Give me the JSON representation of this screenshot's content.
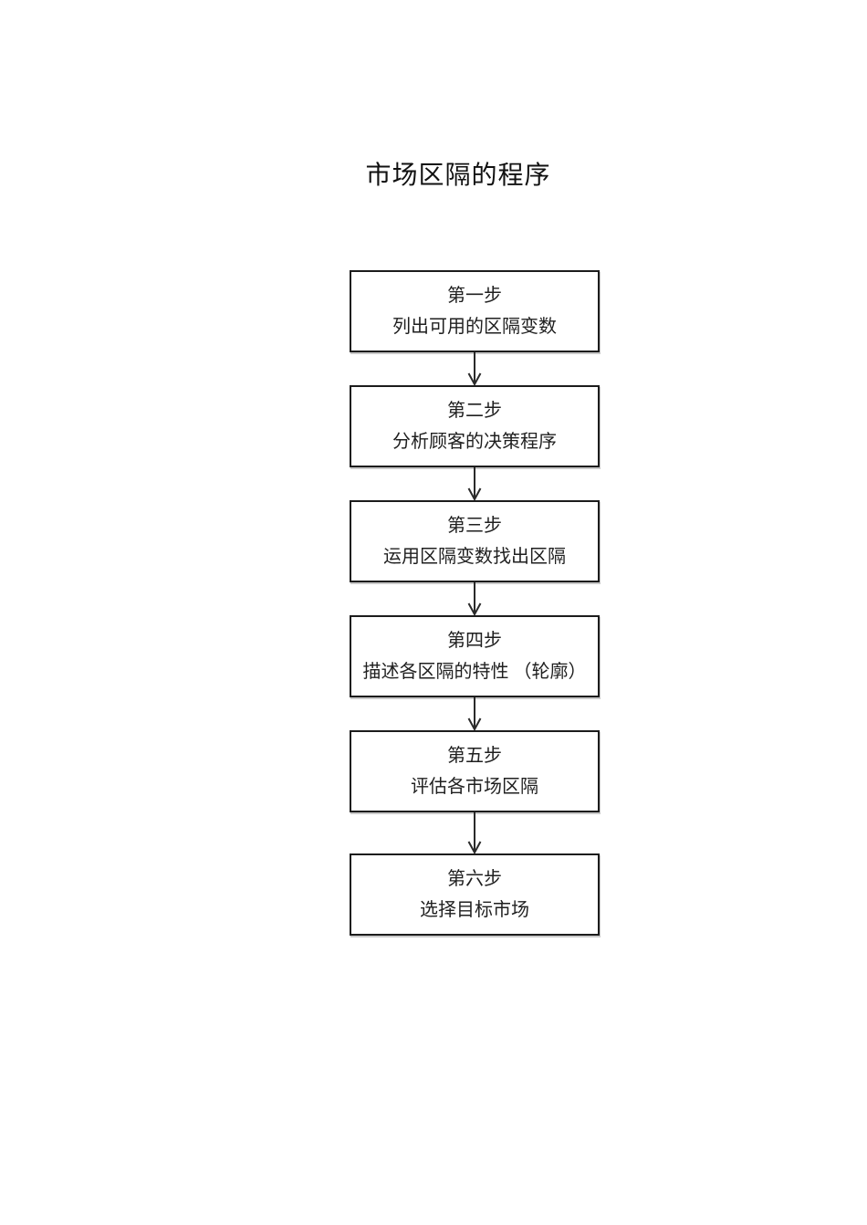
{
  "document": {
    "title": "市场区隔的程序"
  },
  "flowchart": {
    "steps": [
      {
        "label": "第一步",
        "description": "列出可用的区隔变数"
      },
      {
        "label": "第二步",
        "description": "分析顾客的决策程序"
      },
      {
        "label": "第三步",
        "description": "运用区隔变数找出区隔"
      },
      {
        "label": "第四步",
        "description": "描述各区隔的特性 （轮廓）"
      },
      {
        "label": "第五步",
        "description": "评估各市场区隔"
      },
      {
        "label": "第六步",
        "description": "选择目标市场"
      }
    ],
    "colors": {
      "background": "#ffffff",
      "box_border": "#1c1c1c",
      "text": "#1f1f1f",
      "arrow": "#2a2a2a"
    }
  }
}
